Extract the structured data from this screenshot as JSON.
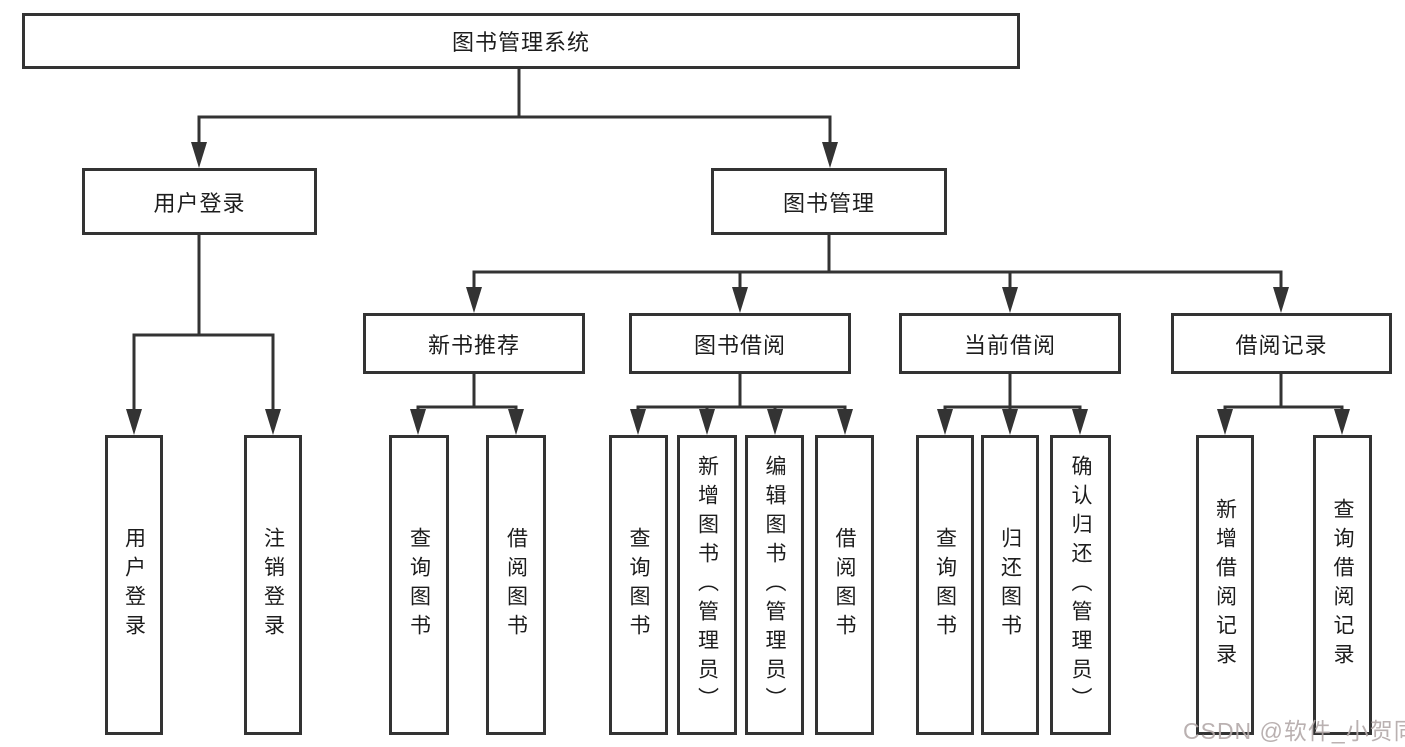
{
  "title": "图书管理系统",
  "colors": {
    "line": "#333333",
    "text": "#1d1d1d",
    "background": "#ffffff",
    "watermark": "#b3a9a9"
  },
  "watermark": {
    "text": "CSDN @软件_小贺同学"
  },
  "diagram": {
    "root": {
      "label": "图书管理系统"
    },
    "branches": [
      {
        "label": "用户登录",
        "children": [
          {
            "label": "用户登录"
          },
          {
            "label": "注销登录"
          }
        ]
      },
      {
        "label": "图书管理",
        "children": [
          {
            "label": "新书推荐",
            "children": [
              {
                "label": "查询图书"
              },
              {
                "label": "借阅图书"
              }
            ]
          },
          {
            "label": "图书借阅",
            "children": [
              {
                "label": "查询图书"
              },
              {
                "label": "新增图书（管理员）"
              },
              {
                "label": "编辑图书（管理员）"
              },
              {
                "label": "借阅图书"
              }
            ]
          },
          {
            "label": "当前借阅",
            "children": [
              {
                "label": "查询图书"
              },
              {
                "label": "归还图书"
              },
              {
                "label": "确认归还（管理员）"
              }
            ]
          },
          {
            "label": "借阅记录",
            "children": [
              {
                "label": "新增借阅记录"
              },
              {
                "label": "查询借阅记录"
              }
            ]
          }
        ]
      }
    ]
  }
}
